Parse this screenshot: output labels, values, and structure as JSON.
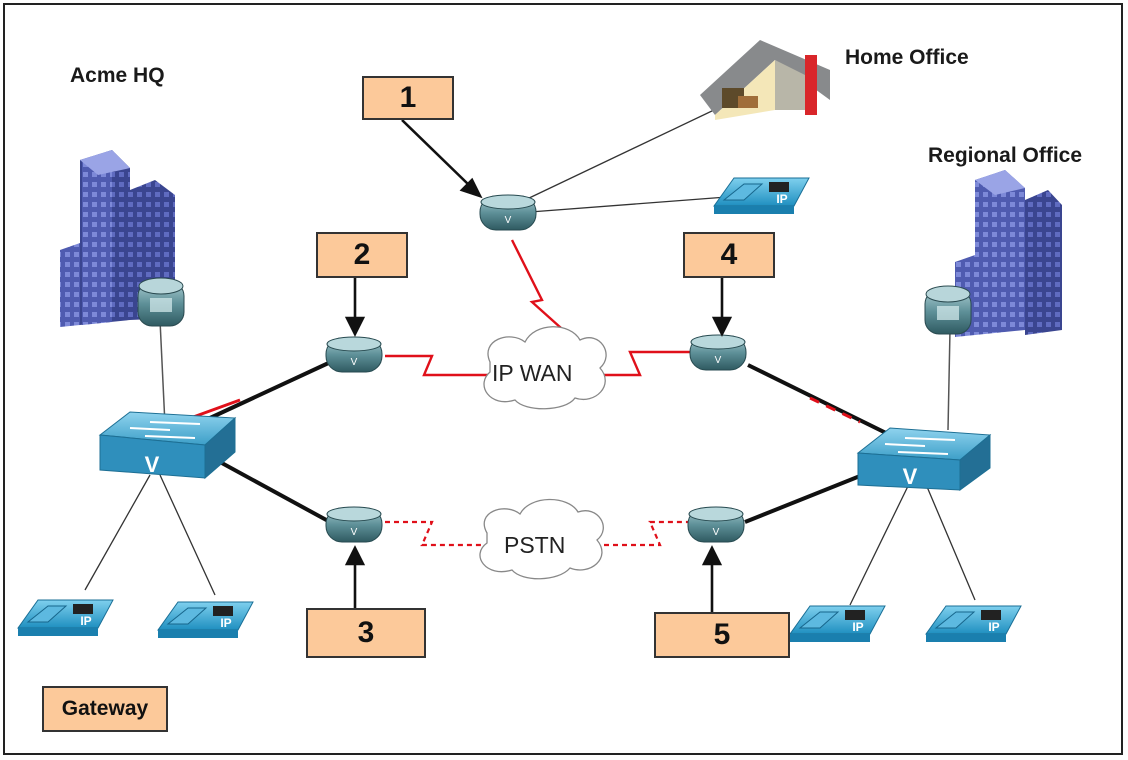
{
  "sites": {
    "hq": "Acme HQ",
    "home": "Home Office",
    "regional": "Regional Office"
  },
  "clouds": {
    "wan": "IP WAN",
    "pstn": "PSTN"
  },
  "boxes": [
    "1",
    "2",
    "3",
    "4",
    "5"
  ],
  "legend": {
    "label": "Gateway"
  },
  "phones": {
    "label": "IP"
  },
  "switch_label": "V",
  "router_label": "V",
  "colors": {
    "box_fill": "#fcc99a",
    "building": "#4f5bb0",
    "router": "#4e7f86",
    "switch": "#4aa6cc",
    "wan_link": "#e0101a",
    "pstn_link": "#e0101a",
    "ethernet": "#111111"
  }
}
